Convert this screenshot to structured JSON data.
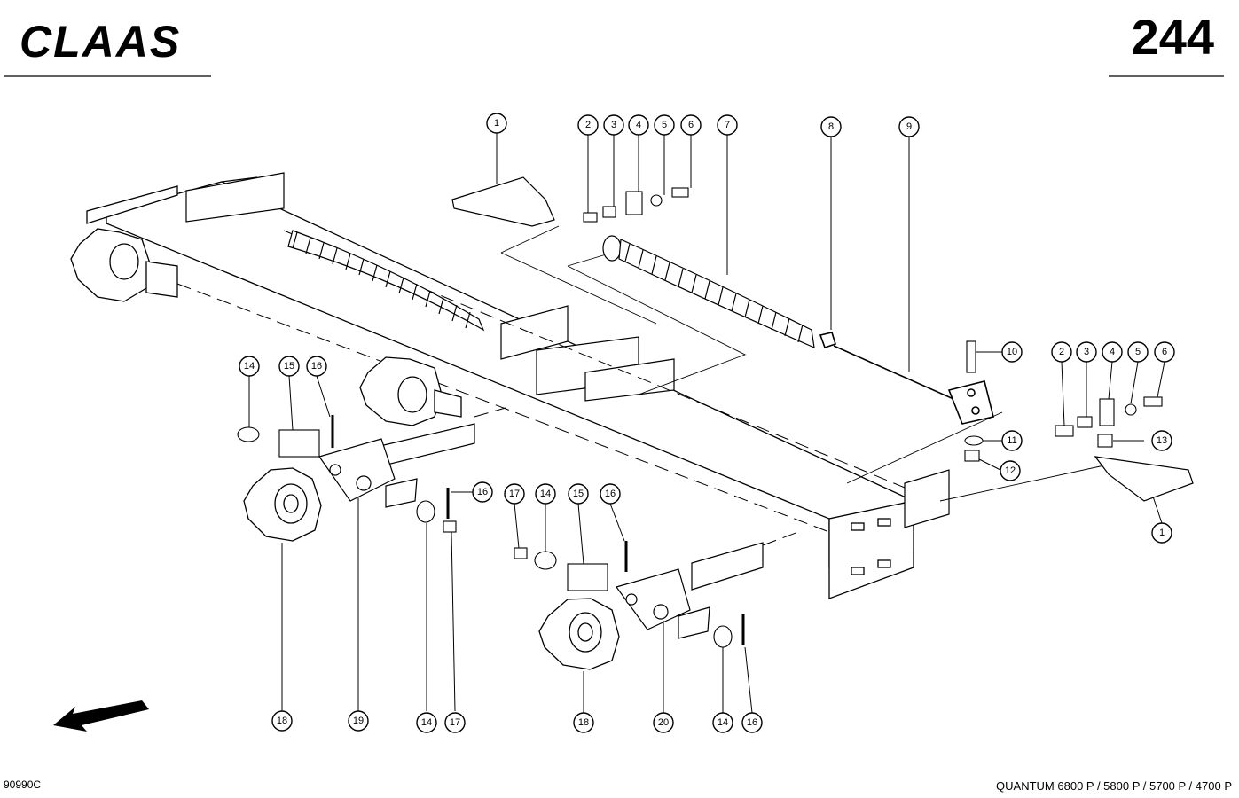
{
  "header": {
    "brand": "CLAAS",
    "page_number": "244"
  },
  "footer": {
    "drawing_code": "90990C",
    "models": "QUANTUM 6800 P / 5800 P / 5700 P / 4700 P"
  },
  "callouts": [
    "1",
    "2",
    "3",
    "4",
    "5",
    "6",
    "7",
    "8",
    "9",
    "10",
    "11",
    "12",
    "13",
    "14",
    "15",
    "16",
    "17",
    "18",
    "19",
    "20"
  ]
}
